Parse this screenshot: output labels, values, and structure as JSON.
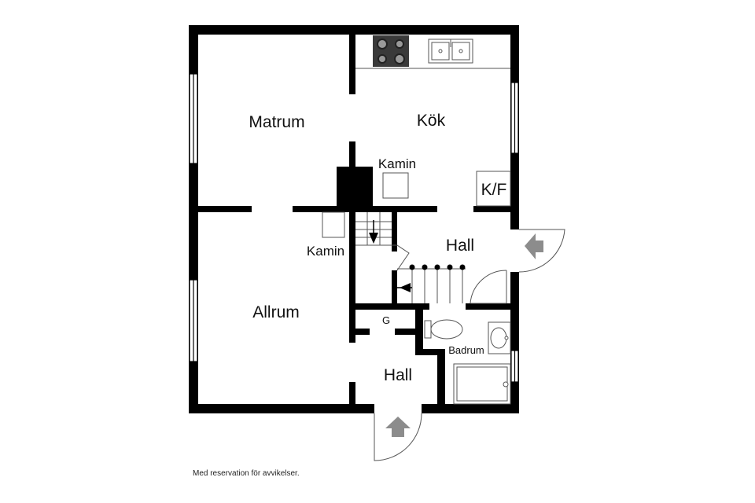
{
  "rooms": {
    "matrum": "Matrum",
    "kok": "Kök",
    "allrum": "Allrum",
    "hall_upper": "Hall",
    "hall_lower": "Hall",
    "badrum": "Badrum"
  },
  "fixtures": {
    "kamin_upper": "Kamin",
    "kamin_lower": "Kamin",
    "kf": "K/F",
    "garderob": "G"
  },
  "footer": {
    "disclaimer": "Med reservation för avvikelser."
  },
  "icons": {
    "entrance_arrow": "entrance-arrow-icon",
    "stair_arrow": "stair-direction-arrow-icon"
  },
  "colors": {
    "wall": "#000000",
    "fixture_stroke": "#555555",
    "stove": "#3a3a3a",
    "door_arrow": "#8c8c8c"
  }
}
